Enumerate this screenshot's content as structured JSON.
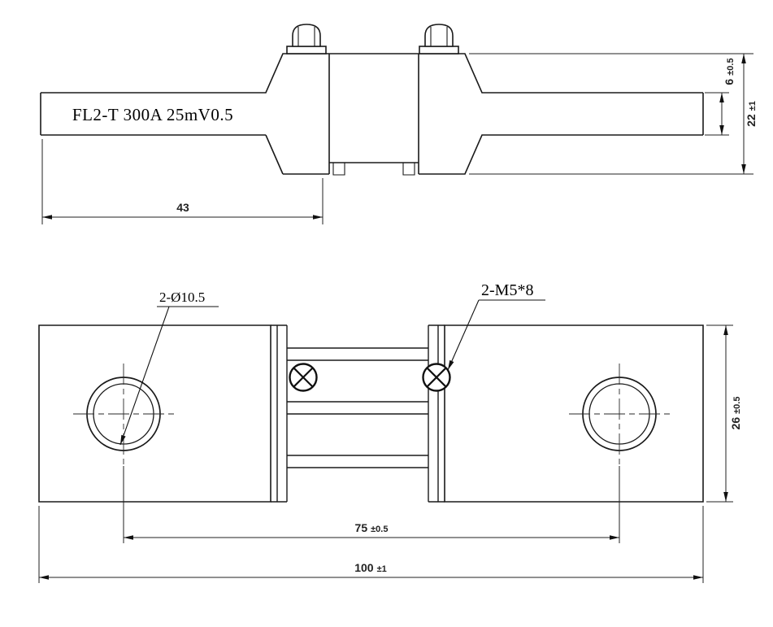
{
  "drawing": {
    "background_color": "#ffffff",
    "line_color": "#1a1a1a",
    "top_view": {
      "part_label": "FL2-T 300A 25mV0.5",
      "dim_arm_length": "43",
      "dim_bar_thickness": {
        "value": "6",
        "tol": "±0.5"
      },
      "dim_end_height": {
        "value": "22",
        "tol": "±1"
      }
    },
    "bottom_view": {
      "holes_label": "2-Ø10.5",
      "screws_label": "2-M5*8",
      "dim_hole_spacing": {
        "value": "75",
        "tol": "±0.5"
      },
      "dim_overall_length": {
        "value": "100",
        "tol": "±1"
      },
      "dim_width": {
        "value": "26",
        "tol": "±0.5"
      }
    }
  }
}
